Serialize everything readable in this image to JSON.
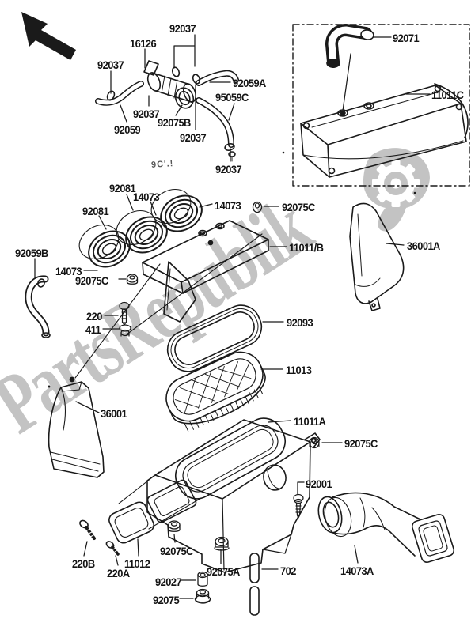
{
  "page": {
    "background": "#ffffff",
    "ink": "#1a1a1a"
  },
  "watermark": {
    "text": "PartsRepublik",
    "color": "#c3c3c3",
    "logo": "gear-icon"
  },
  "nav": {
    "arrow_icon": "up-left-arrow-icon"
  },
  "print_artifact": {
    "text": "9C'.!"
  },
  "labels": [
    {
      "text": "92037"
    },
    {
      "text": "16126"
    },
    {
      "text": "92037"
    },
    {
      "text": "92059A"
    },
    {
      "text": "95059C"
    },
    {
      "text": "92037"
    },
    {
      "text": "92075B"
    },
    {
      "text": "92059"
    },
    {
      "text": "92037"
    },
    {
      "text": "92037"
    },
    {
      "text": "92071"
    },
    {
      "text": "11011C"
    },
    {
      "text": "92081"
    },
    {
      "text": "14073"
    },
    {
      "text": "92081"
    },
    {
      "text": "14073"
    },
    {
      "text": "92075C"
    },
    {
      "text": "92059B"
    },
    {
      "text": "14073"
    },
    {
      "text": "92075C"
    },
    {
      "text": "11011/B"
    },
    {
      "text": "36001A"
    },
    {
      "text": "220"
    },
    {
      "text": "411"
    },
    {
      "text": "92093"
    },
    {
      "text": "11013"
    },
    {
      "text": "36001"
    },
    {
      "text": "11011A"
    },
    {
      "text": "92075C"
    },
    {
      "text": "92001"
    },
    {
      "text": "220B"
    },
    {
      "text": "220A"
    },
    {
      "text": "11012"
    },
    {
      "text": "92075C"
    },
    {
      "text": "92075A"
    },
    {
      "text": "92027"
    },
    {
      "text": "92075"
    },
    {
      "text": "702"
    },
    {
      "text": "14073A"
    }
  ]
}
